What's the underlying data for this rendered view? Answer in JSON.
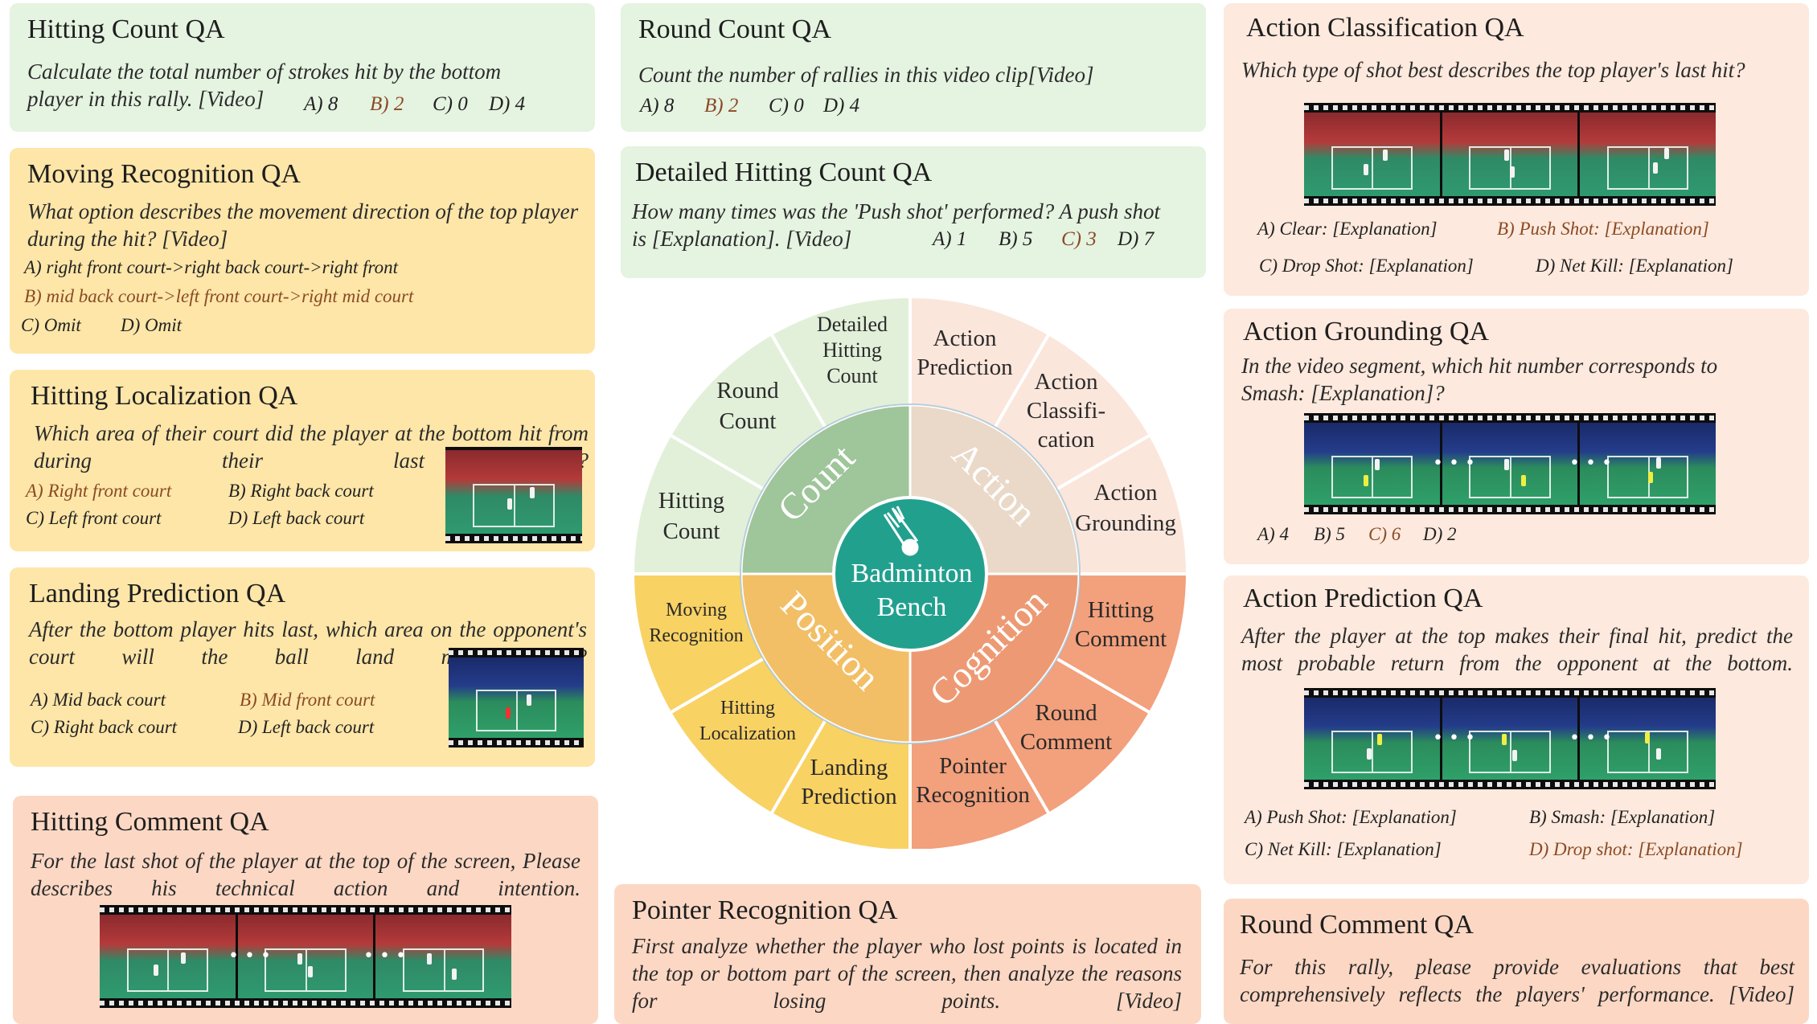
{
  "hitting_count": {
    "title": "Hitting Count QA",
    "q1": "Calculate the total number of strokes hit by the bottom",
    "q2": "player in this rally. [Video]",
    "a": "A) 8",
    "b": "B) 2",
    "c": "C) 0",
    "d": "D) 4"
  },
  "moving_recognition": {
    "title": "Moving Recognition QA",
    "q": "What option describes the movement direction of the top player during the hit? [Video]",
    "a": "A) right front court->right back court->right front",
    "b": "B) mid back court->left front court->right mid court",
    "c": "C) Omit",
    "d": "D) Omit"
  },
  "hitting_localization": {
    "title": "Hitting Localization QA",
    "q": "Which area of their court did the player at the bottom hit from during their last hit?",
    "a": "A) Right front court",
    "b": "B) Right back court",
    "c": "C) Left front court",
    "d": "D) Left back court"
  },
  "landing_prediction": {
    "title": "Landing Prediction QA",
    "q": "After the bottom player hits last, which area on the opponent's court will the ball land most likely?",
    "a": "A) Mid back court",
    "b": "B) Mid front court",
    "c": "C) Right back court",
    "d": "D) Left back court"
  },
  "hitting_comment": {
    "title": "Hitting Comment QA",
    "q": "For the last shot of the player at the top of the screen, Please describes his technical action and intention."
  },
  "round_count": {
    "title": "Round Count QA",
    "q": "Count the number of rallies in this video clip[Video]",
    "a": "A) 8",
    "b": "B) 2",
    "c": "C) 0",
    "d": "D) 4"
  },
  "detailed_hitting_count": {
    "title": "Detailed Hitting  Count QA",
    "q1": "How many times was the 'Push shot' performed? A push shot",
    "q2": "is [Explanation]. [Video]",
    "a": "A) 1",
    "b": "B) 5",
    "c": "C) 3",
    "d": "D) 7"
  },
  "pointer_recognition": {
    "title": "Pointer Recognition QA",
    "q": "First analyze whether the player who lost points is located in the top or bottom part of the screen, then analyze the reasons for losing points. [Video]"
  },
  "action_classification": {
    "title": "Action Classification QA",
    "q": "Which type of shot best describes the top player's last hit?",
    "a": "A) Clear: [Explanation]",
    "b": "B) Push Shot: [Explanation]",
    "c": "C) Drop Shot: [Explanation]",
    "d": "D) Net Kill: [Explanation]"
  },
  "action_grounding": {
    "title": "Action Grounding QA",
    "q": "In the video segment, which hit number corresponds to Smash: [Explanation]?",
    "a": "A) 4",
    "b": "B) 5",
    "c": "C) 6",
    "d": "D) 2"
  },
  "action_prediction": {
    "title": "Action Prediction QA",
    "q": "After the player at the top makes their final hit, predict the most probable return from the opponent at the bottom.",
    "a": "A) Push Shot: [Explanation]",
    "b": "B) Smash: [Explanation]",
    "c": "C) Net Kill: [Explanation]",
    "d": "D) Drop shot: [Explanation]"
  },
  "round_comment": {
    "title": "Round Comment QA",
    "q": "For this rally, please provide evaluations that best comprehensively reflects the players' performance. [Video]"
  },
  "wheel": {
    "center": [
      "Badminton",
      "Bench"
    ],
    "count": "Count",
    "action": "Action",
    "position": "Position",
    "cognition": "Cognition",
    "outer": {
      "detailed_hitting_count": [
        "Detailed",
        "Hitting",
        "Count"
      ],
      "round_count": [
        "Round",
        "Count"
      ],
      "hitting_count": [
        "Hitting",
        "Count"
      ],
      "action_prediction": [
        "Action",
        "Prediction"
      ],
      "action_classification": [
        "Action",
        "Classifi-",
        "cation"
      ],
      "action_grounding": [
        "Action",
        "Grounding"
      ],
      "hitting_comment": [
        "Hitting",
        "Comment"
      ],
      "round_comment": [
        "Round",
        "Comment"
      ],
      "pointer_recognition": [
        "Pointer",
        "Recognition"
      ],
      "landing_prediction": [
        "Landing",
        "Prediction"
      ],
      "hitting_localization": [
        "Hitting",
        "Localization"
      ],
      "moving_recognition": [
        "Moving",
        "Recognition"
      ]
    }
  },
  "colors": {
    "green_card": "#e5f3e1",
    "yellow_card": "#fde6a8",
    "salmon_card": "#fcd8c4",
    "peach_card": "#fde9dd",
    "answer": "#8a4a24",
    "center": "#22a08e"
  }
}
